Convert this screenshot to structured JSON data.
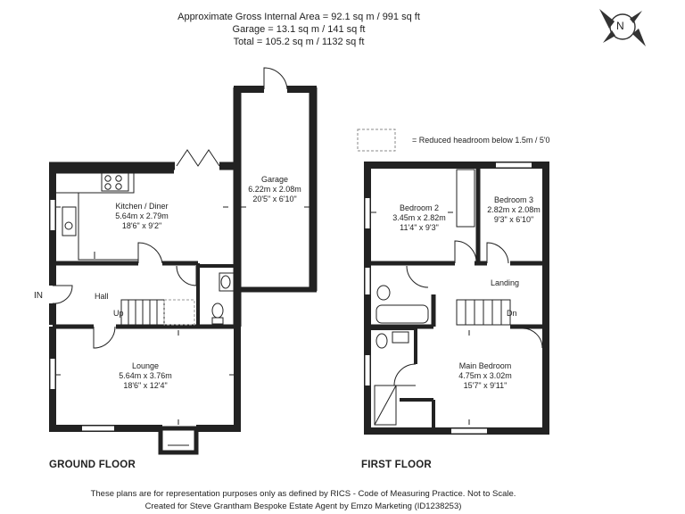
{
  "header": {
    "line1": "Approximate Gross Internal Area = 92.1 sq m / 991 sq ft",
    "line2": "Garage = 13.1 sq m / 141 sq ft",
    "line3": "Total = 105.2 sq m / 1132 sq ft"
  },
  "compass": {
    "letter": "N"
  },
  "legend": {
    "text": "= Reduced headroom below 1.5m / 5'0"
  },
  "ground_floor": {
    "label": "GROUND FLOOR",
    "entrance": "IN",
    "hall": "Hall",
    "stairs_up": "Up",
    "kitchen": {
      "name": "Kitchen / Diner",
      "metric": "5.64m x 2.79m",
      "imperial": "18'6\" x 9'2\""
    },
    "garage": {
      "name": "Garage",
      "metric": "6.22m x 2.08m",
      "imperial": "20'5\" x 6'10\""
    },
    "lounge": {
      "name": "Lounge",
      "metric": "5.64m x 3.76m",
      "imperial": "18'6\" x 12'4\""
    }
  },
  "first_floor": {
    "label": "FIRST FLOOR",
    "bedroom2": {
      "name": "Bedroom 2",
      "metric": "3.45m x 2.82m",
      "imperial": "11'4\" x 9'3\""
    },
    "bedroom3": {
      "name": "Bedroom 3",
      "metric": "2.82m x 2.08m",
      "imperial": "9'3\" x 6'10\""
    },
    "landing": "Landing",
    "stairs_down": "Dn",
    "main_bedroom": {
      "name": "Main Bedroom",
      "metric": "4.75m x 3.02m",
      "imperial": "15'7\" x 9'11\""
    }
  },
  "footer": {
    "line1": "These plans are for representation purposes only as defined by RICS - Code of Measuring Practice. Not to Scale.",
    "line2": "Created for Steve Grantham Bespoke Estate Agent by Emzo Marketing (ID1238253)"
  }
}
